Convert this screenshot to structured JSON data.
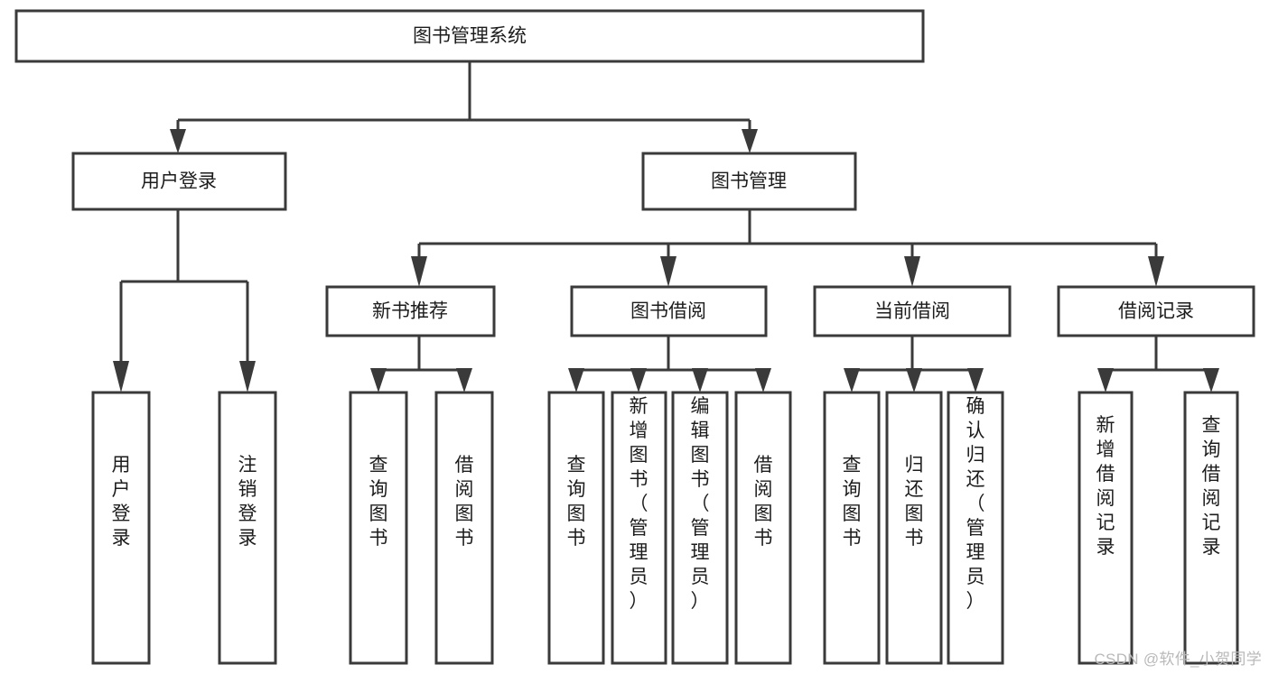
{
  "diagram": {
    "type": "tree",
    "title": "图书管理系统",
    "background_color": "#ffffff",
    "line_color": "#3a3a3a",
    "box_fill": "#ffffff",
    "text_color": "#1c1c1c",
    "root": {
      "label": "图书管理系统",
      "orientation": "horizontal"
    },
    "level2": [
      {
        "label": "用户登录",
        "orientation": "horizontal"
      },
      {
        "label": "图书管理",
        "orientation": "horizontal"
      }
    ],
    "level3": [
      {
        "label": "新书推荐",
        "orientation": "horizontal",
        "parent": "图书管理"
      },
      {
        "label": "图书借阅",
        "orientation": "horizontal",
        "parent": "图书管理"
      },
      {
        "label": "当前借阅",
        "orientation": "horizontal",
        "parent": "图书管理"
      },
      {
        "label": "借阅记录",
        "orientation": "horizontal",
        "parent": "图书管理"
      }
    ],
    "leaves": {
      "用户登录": [
        {
          "label": "用户登录",
          "orientation": "vertical"
        },
        {
          "label": "注销登录",
          "orientation": "vertical"
        }
      ],
      "新书推荐": [
        {
          "label": "查询图书",
          "orientation": "vertical"
        },
        {
          "label": "借阅图书",
          "orientation": "vertical"
        }
      ],
      "图书借阅": [
        {
          "label": "查询图书",
          "orientation": "vertical"
        },
        {
          "label": "新增图书（管理员）",
          "orientation": "vertical"
        },
        {
          "label": "编辑图书（管理员）",
          "orientation": "vertical"
        },
        {
          "label": "借阅图书",
          "orientation": "vertical"
        }
      ],
      "当前借阅": [
        {
          "label": "查询图书",
          "orientation": "vertical"
        },
        {
          "label": "归还图书",
          "orientation": "vertical"
        },
        {
          "label": "确认归还（管理员）",
          "orientation": "vertical"
        }
      ],
      "借阅记录": [
        {
          "label": "新增借阅记录",
          "orientation": "vertical"
        },
        {
          "label": "查询借阅记录",
          "orientation": "vertical"
        }
      ]
    }
  },
  "watermark": {
    "text": "CSDN @软件_小贺同学",
    "color": "#b9b9b9"
  }
}
